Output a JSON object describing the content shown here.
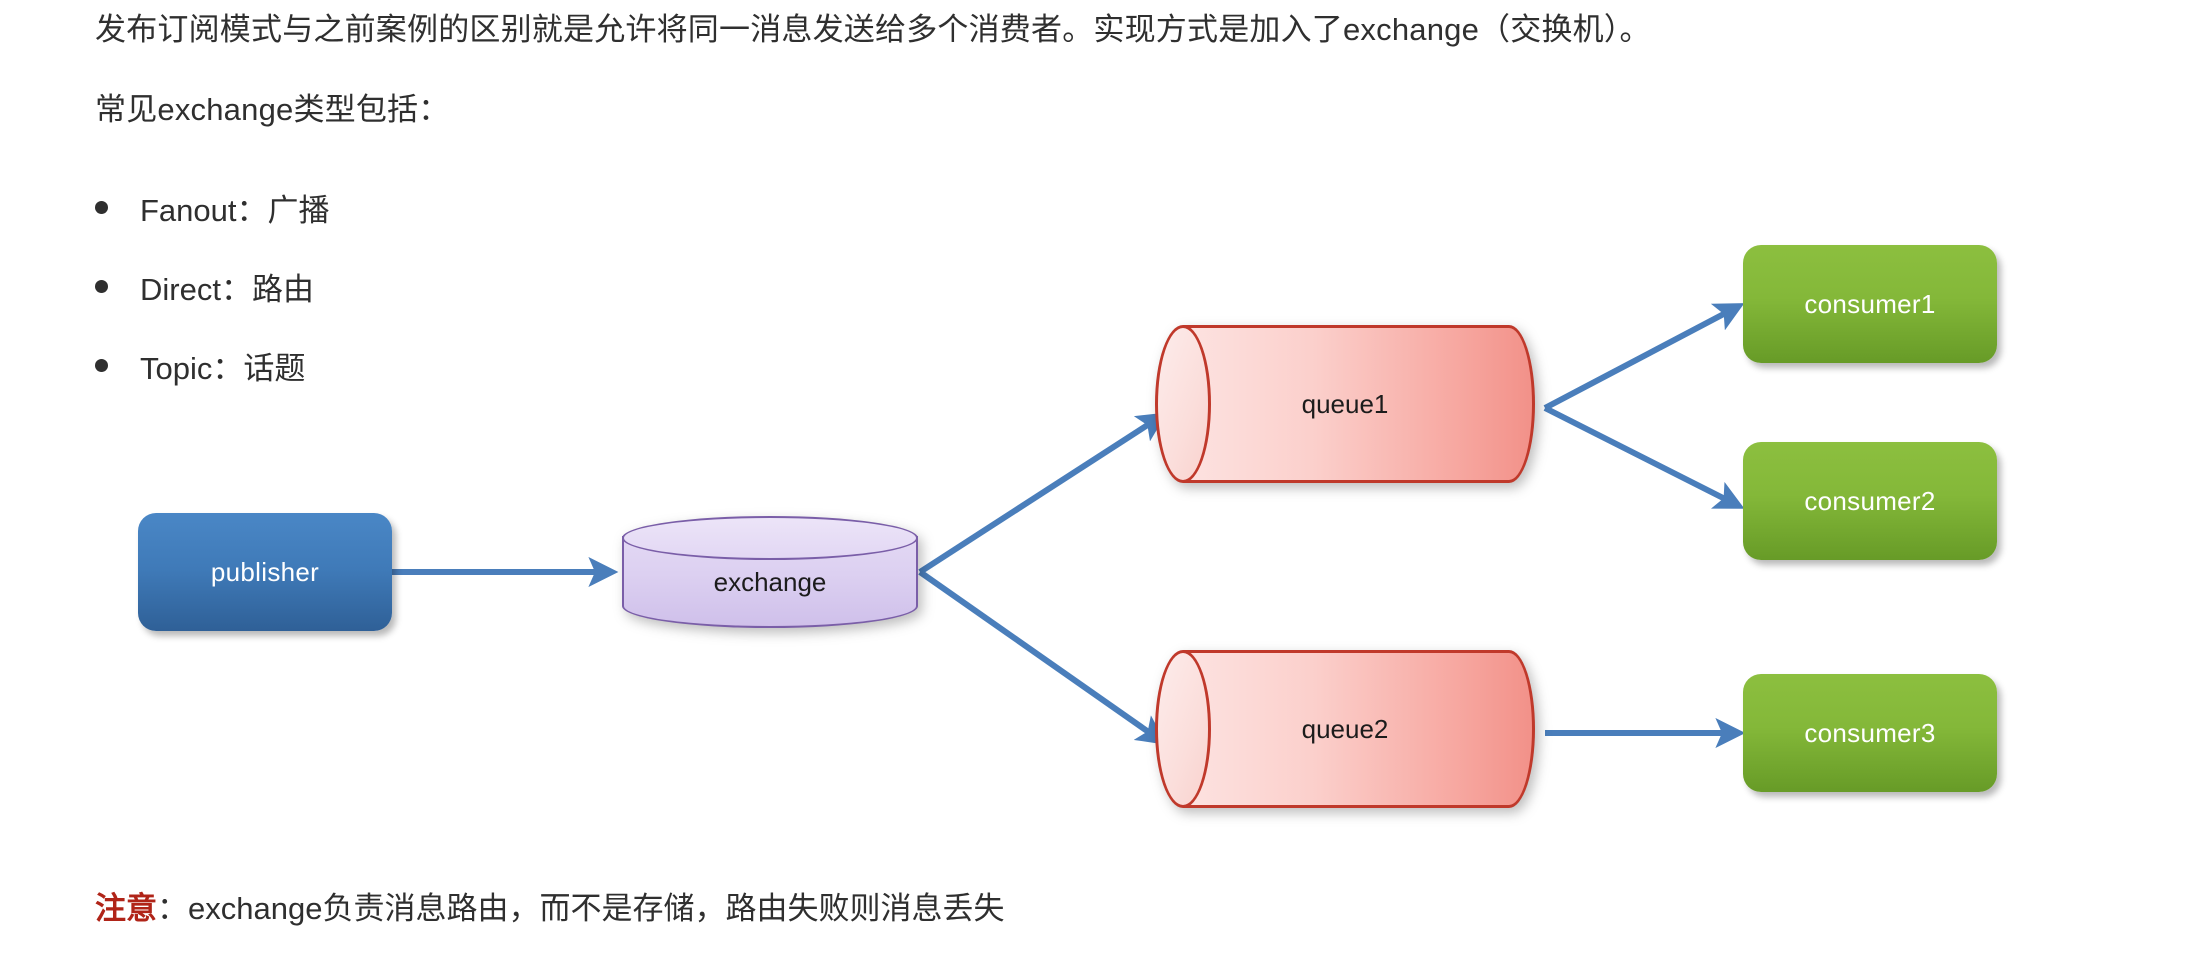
{
  "document": {
    "intro_line": "发布订阅模式与之前案例的区别就是允许将同一消息发送给多个消费者。实现方式是加入了exchange（交换机）。",
    "types_line": "常见exchange类型包括：",
    "bullets": [
      {
        "label": "Fanout：广播"
      },
      {
        "label": "Direct：路由"
      },
      {
        "label": "Topic：话题"
      }
    ],
    "note": {
      "label": "注意",
      "text": "：exchange负责消息路由，而不是存储，路由失败则消息丢失",
      "label_color": "#b02418"
    }
  },
  "diagram": {
    "nodes": {
      "publisher": {
        "label": "publisher",
        "color": "#3f7ab8",
        "shape": "rounded-rect"
      },
      "exchange": {
        "label": "exchange",
        "color": "#d9cbef",
        "shape": "vertical-cylinder"
      },
      "queue1": {
        "label": "queue1",
        "color": "#f7a8a1",
        "shape": "horizontal-cylinder"
      },
      "queue2": {
        "label": "queue2",
        "color": "#f7a8a1",
        "shape": "horizontal-cylinder"
      },
      "consumer1": {
        "label": "consumer1",
        "color": "#84b839",
        "shape": "rounded-rect"
      },
      "consumer2": {
        "label": "consumer2",
        "color": "#84b839",
        "shape": "rounded-rect"
      },
      "consumer3": {
        "label": "consumer3",
        "color": "#84b839",
        "shape": "rounded-rect"
      }
    },
    "arrow_color": "#4a7ebb",
    "edges": [
      {
        "from": "publisher",
        "to": "exchange"
      },
      {
        "from": "exchange",
        "to": "queue1"
      },
      {
        "from": "exchange",
        "to": "queue2"
      },
      {
        "from": "queue1",
        "to": "consumer1"
      },
      {
        "from": "queue1",
        "to": "consumer2"
      },
      {
        "from": "queue2",
        "to": "consumer3"
      }
    ]
  }
}
